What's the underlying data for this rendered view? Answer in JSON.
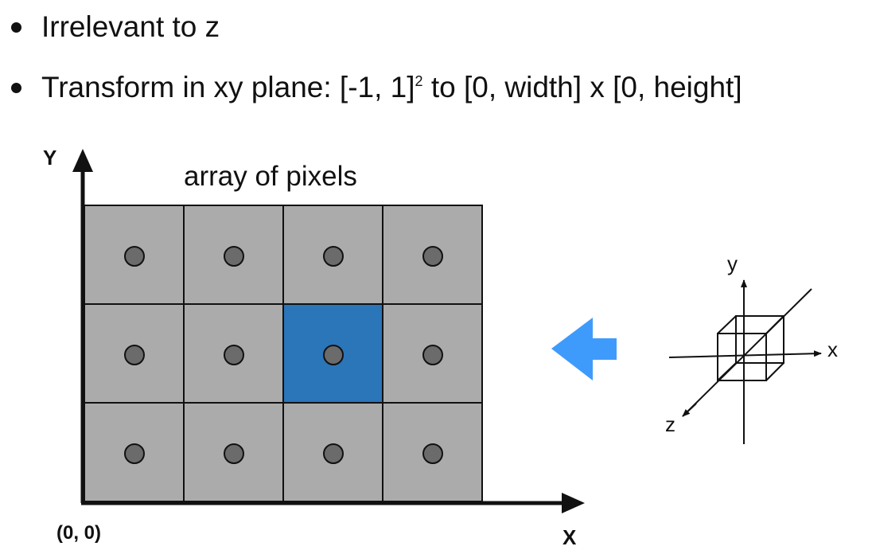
{
  "bullets": [
    {
      "text": "Irrelevant to z"
    },
    {
      "text_before": "Transform in xy plane: [-1, 1]",
      "superscript": "2",
      "text_after": " to [0, width] x [0, height]"
    }
  ],
  "diagram": {
    "y_axis_label": "Y",
    "x_axis_label": "X",
    "origin_label": "(0, 0)",
    "grid_title": "array of pixels",
    "grid": {
      "rows": 3,
      "cols": 4,
      "highlighted_cell": {
        "row": 1,
        "col": 2
      }
    },
    "cube_axes": {
      "y": "y",
      "x": "x",
      "z": "z"
    },
    "colors": {
      "pixel_fill": "#ababab",
      "highlight_fill": "#2b75b9",
      "pixel_center": "#6b6b6b",
      "arrow": "#3f9bfb",
      "line": "#111111"
    },
    "arrow_icon": "arrow-left-icon"
  }
}
